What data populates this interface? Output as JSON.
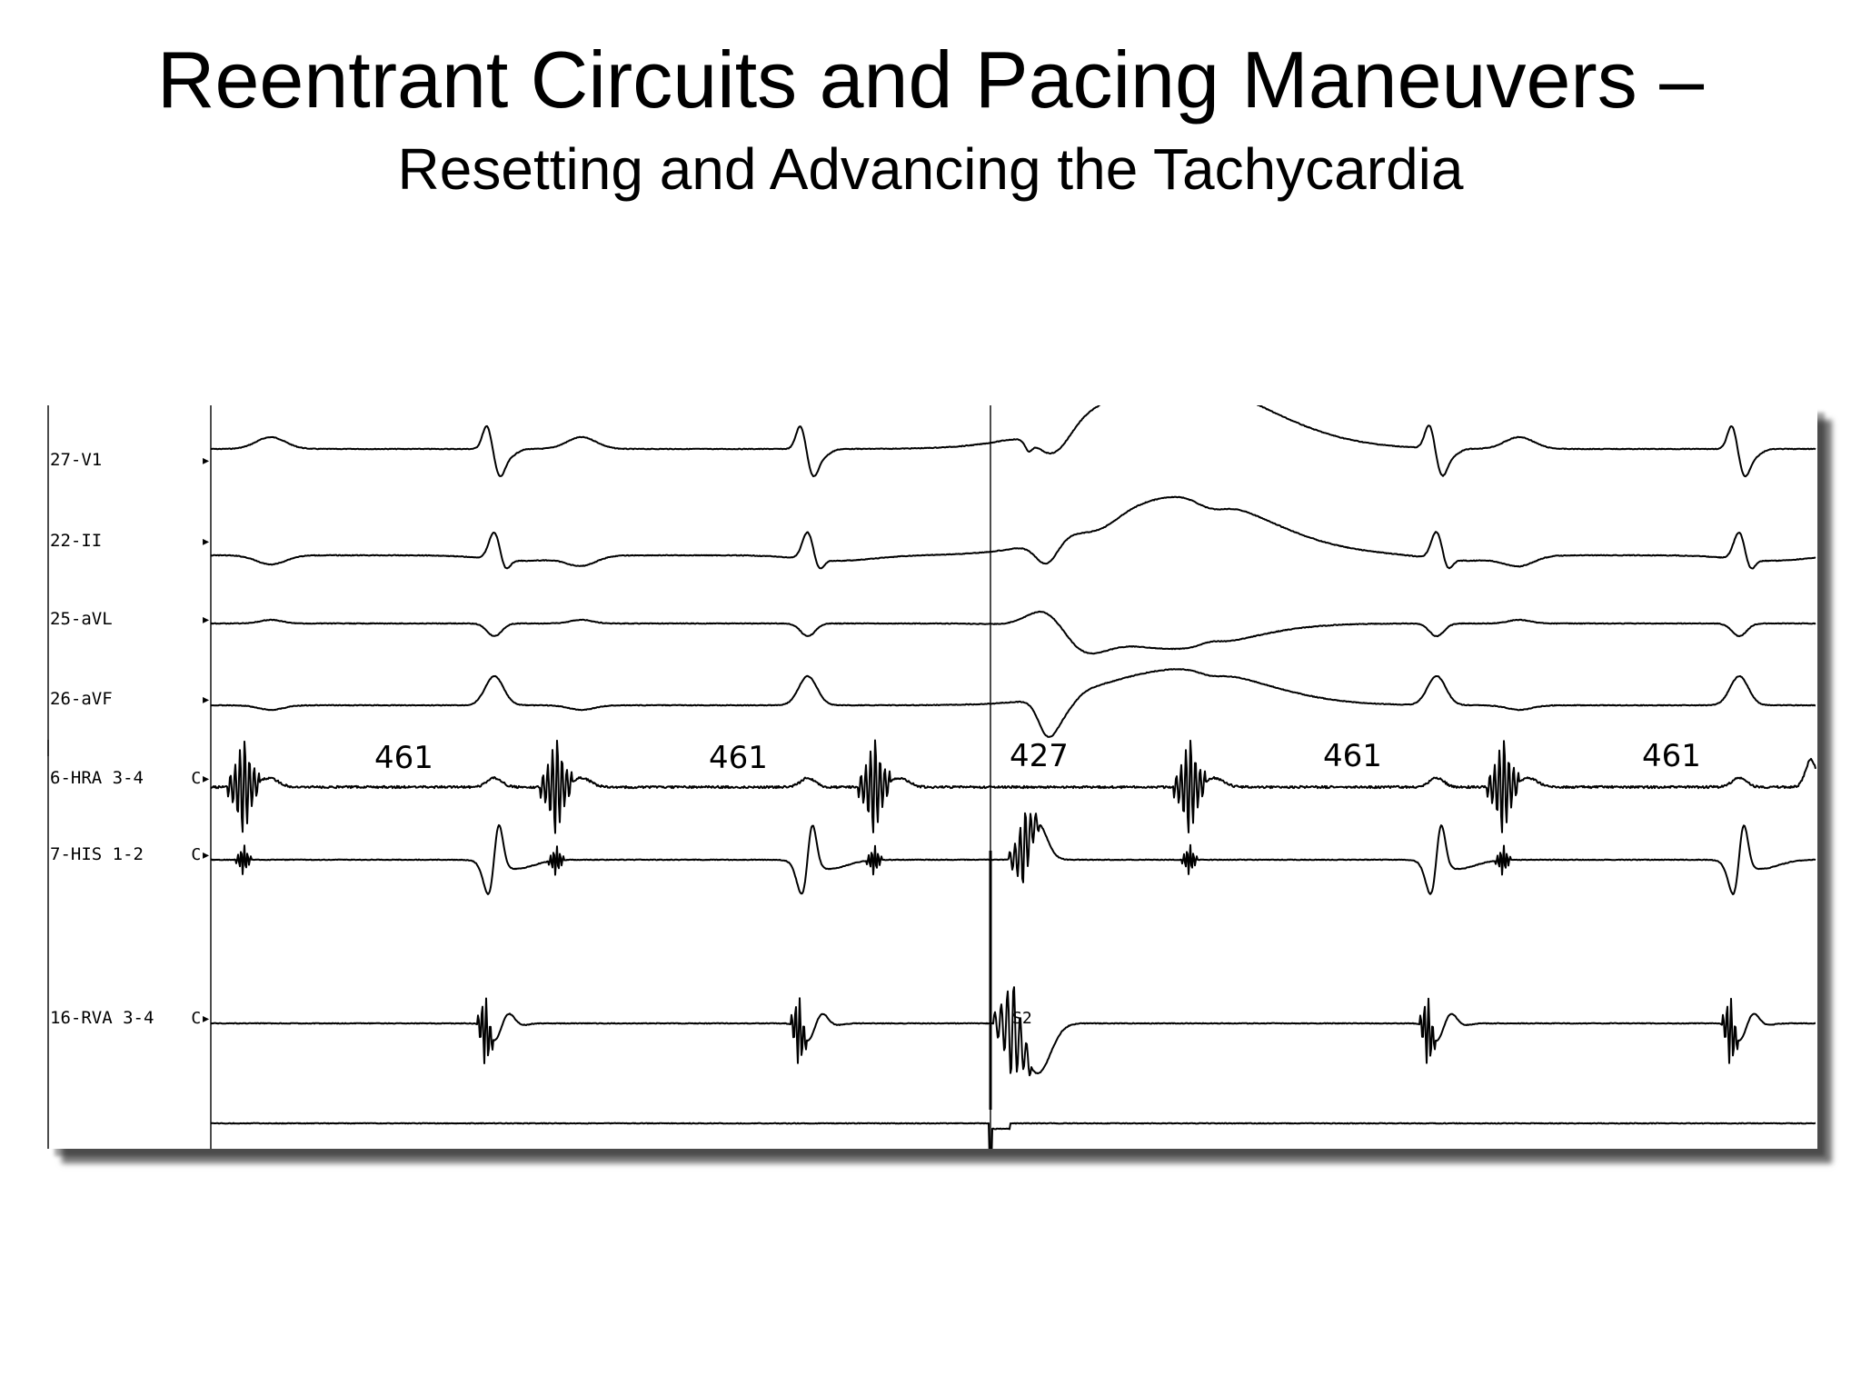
{
  "slide": {
    "title": "Reentrant Circuits and Pacing Maneuvers –",
    "subtitle": "Resetting and Advancing the Tachycardia"
  },
  "recording": {
    "channels": [
      {
        "label": "27-V1",
        "marker": "▸"
      },
      {
        "label": "22-II",
        "marker": "▸"
      },
      {
        "label": "25-aVL",
        "marker": "▸"
      },
      {
        "label": "26-aVF",
        "marker": "▸"
      },
      {
        "label": "6-HRA 3-4",
        "marker": "C▸"
      },
      {
        "label": "7-HIS 1-2",
        "marker": "C▸"
      },
      {
        "label": "16-RVA 3-4",
        "marker": "C▸"
      }
    ],
    "intervals": [
      "461",
      "461",
      "427",
      "461",
      "461"
    ],
    "stimulus_label": "S2",
    "line_color": "#000000"
  }
}
